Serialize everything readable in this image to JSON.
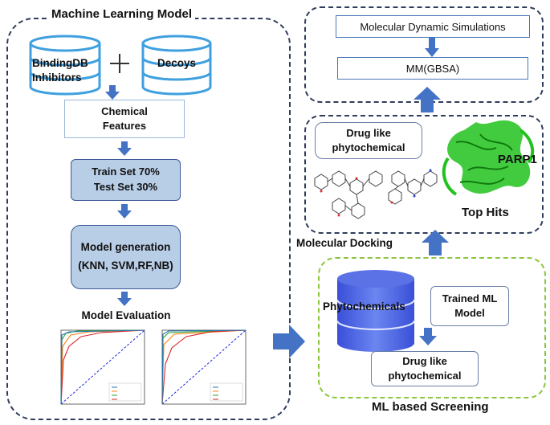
{
  "ml_model": {
    "title": "Machine Learning Model",
    "bindingdb_line1": "BindingDB",
    "bindingdb_line2": "Inhibitors",
    "decoys": "Decoys",
    "chem_line1": "Chemical",
    "chem_line2": "Features",
    "train_set": "Train Set  70%",
    "test_set": "Test Set  30%",
    "model_gen_line1": "Model generation",
    "model_gen_line2": "(KNN, SVM,RF,NB)",
    "model_eval": "Model Evaluation"
  },
  "md": {
    "simulations": "Molecular Dynamic Simulations",
    "mmgbsa": "MM(GBSA)"
  },
  "docking": {
    "druglike_line1": "Drug like",
    "druglike_line2": "phytochemical",
    "parp1": "PARP1",
    "top_hits": "Top Hits",
    "label": "Molecular Docking"
  },
  "screening": {
    "phytochemicals": "Phytochemicals",
    "trained_line1": "Trained ML",
    "trained_line2": "Model",
    "druglike_line1": "Drug like",
    "druglike_line2": "phytochemical",
    "label": "ML based Screening"
  },
  "colors": {
    "arrow": "#4472c4",
    "panel_border": "#2f3d5c",
    "screening_border": "#8cc63f",
    "box_fill": "#b8cde6",
    "protein": "#22c21e"
  }
}
